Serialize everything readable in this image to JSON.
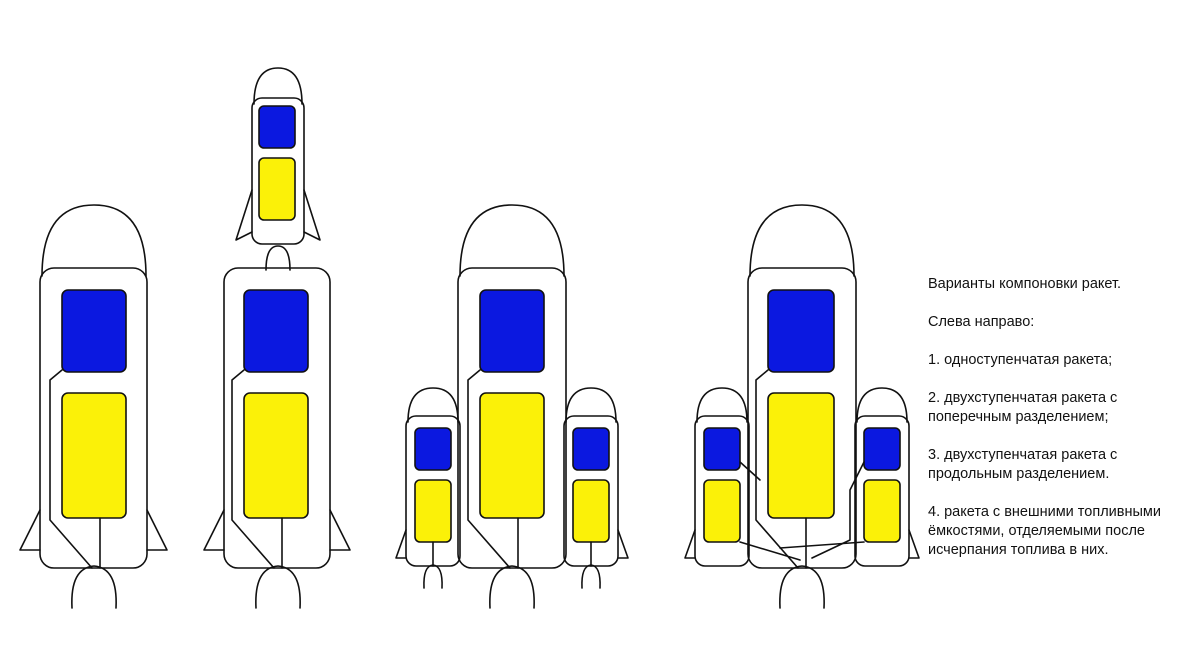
{
  "colors": {
    "oxidizer": "#0b18e0",
    "fuel": "#fbf108",
    "outline": "#111111",
    "background": "#ffffff"
  },
  "rockets": [
    {
      "id": "single-stage",
      "order": 1
    },
    {
      "id": "two-stage-serial",
      "order": 2
    },
    {
      "id": "two-stage-parallel",
      "order": 3
    },
    {
      "id": "external-tanks",
      "order": 4
    }
  ],
  "caption": {
    "title": "Варианты компоновки ракет.",
    "subtitle": "Слева направо:",
    "items": [
      "1. одноступенчатая ракета;",
      "2. двухступенчатая ракета с поперечным разделением;",
      "3. двухступенчатая ракета с продольным разделением.",
      "4. ракета с внешними топливными ёмкостями, отделяемыми после исчерпания топлива в них."
    ]
  }
}
